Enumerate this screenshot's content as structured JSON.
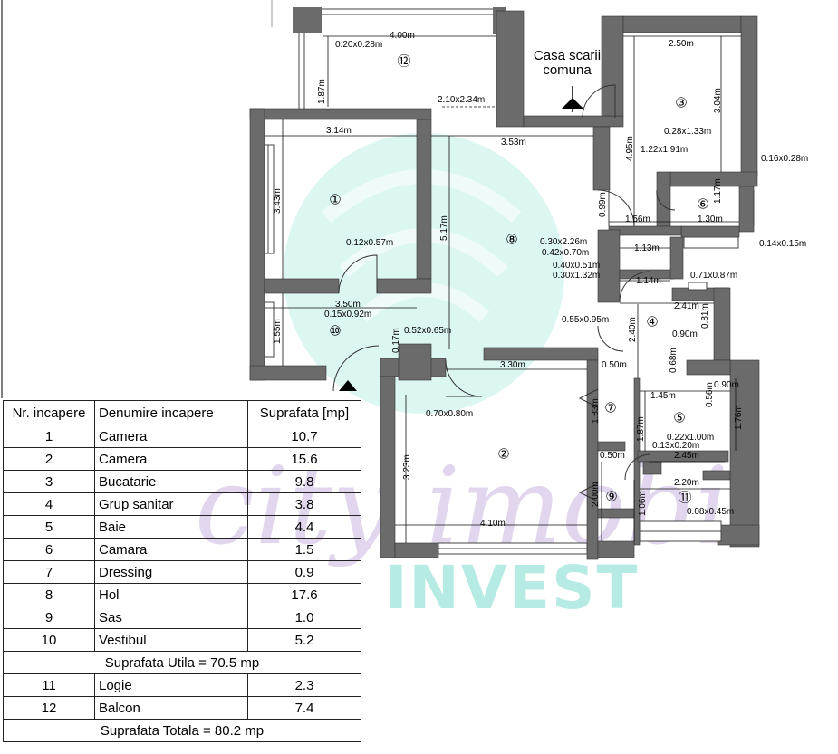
{
  "plan": {
    "stairwell_label": [
      "Casa scarii",
      "comuna"
    ],
    "rooms": [
      {
        "number": "①",
        "id": 1
      },
      {
        "number": "②",
        "id": 2
      },
      {
        "number": "③",
        "id": 3
      },
      {
        "number": "④",
        "id": 4
      },
      {
        "number": "⑤",
        "id": 5
      },
      {
        "number": "⑥",
        "id": 6
      },
      {
        "number": "⑦",
        "id": 7
      },
      {
        "number": "⑧",
        "id": 8
      },
      {
        "number": "⑨",
        "id": 9
      },
      {
        "number": "⑩",
        "id": 10
      },
      {
        "number": "⑪",
        "id": 11
      },
      {
        "number": "⑫",
        "id": 12
      }
    ],
    "dimensions": [
      "4.00m",
      "0.20x0.28m",
      "1.87m",
      "2.50m",
      "2.10x2.34m",
      "3.14m",
      "3.53m",
      "3.04m",
      "0.28x1.33m",
      "1.22x1.91m",
      "4.95m",
      "0.16x0.28m",
      "3.43m",
      "5.17m",
      "0.99m",
      "1.17m",
      "1.56m",
      "1.30m",
      "0.30x2.26m",
      "0.42x0.70m",
      "1.13m",
      "0.14x0.15m",
      "0.12x0.57m",
      "0.40x0.51m",
      "0.30x1.32m",
      "1.14m",
      "0.71x0.87m",
      "3.50m",
      "0.15x0.92m",
      "2.41m",
      "0.55x0.95m",
      "0.81m",
      "1.55m",
      "0.17m",
      "0.52x0.65m",
      "2.40m",
      "0.90m",
      "0.68m",
      "3.30m",
      "0.50m",
      "0.90m",
      "1.45m",
      "0.56m",
      "0.70x0.80m",
      "1.83m",
      "1.87m",
      "1.76m",
      "0.22x1.00m",
      "0.13x0.20m",
      "2.45m",
      "0.50m",
      "3.23m",
      "2.20m",
      "2.00m",
      "1.06m",
      "0.08x0.45m",
      "4.10m"
    ]
  },
  "watermark": {
    "script": "city imobil",
    "brand": "INVEST"
  },
  "legend": {
    "headers": [
      "Nr. incapere",
      "Denumire incapere",
      "Suprafata [mp]"
    ],
    "rows": [
      {
        "nr": "1",
        "name": "Camera",
        "area": "10.7"
      },
      {
        "nr": "2",
        "name": "Camera",
        "area": "15.6"
      },
      {
        "nr": "3",
        "name": "Bucatarie",
        "area": "9.8"
      },
      {
        "nr": "4",
        "name": "Grup sanitar",
        "area": "3.8"
      },
      {
        "nr": "5",
        "name": "Baie",
        "area": "4.4"
      },
      {
        "nr": "6",
        "name": "Camara",
        "area": "1.5"
      },
      {
        "nr": "7",
        "name": "Dressing",
        "area": "0.9"
      },
      {
        "nr": "8",
        "name": "Hol",
        "area": "17.6"
      },
      {
        "nr": "9",
        "name": "Sas",
        "area": "1.0"
      },
      {
        "nr": "10",
        "name": "Vestibul",
        "area": "5.2"
      }
    ],
    "useful_total": "Suprafata Utila = 70.5 mp",
    "extra_rows": [
      {
        "nr": "11",
        "name": "Logie",
        "area": "2.3"
      },
      {
        "nr": "12",
        "name": "Balcon",
        "area": "7.4"
      }
    ],
    "grand_total": "Suprafata Totala = 80.2 mp"
  }
}
